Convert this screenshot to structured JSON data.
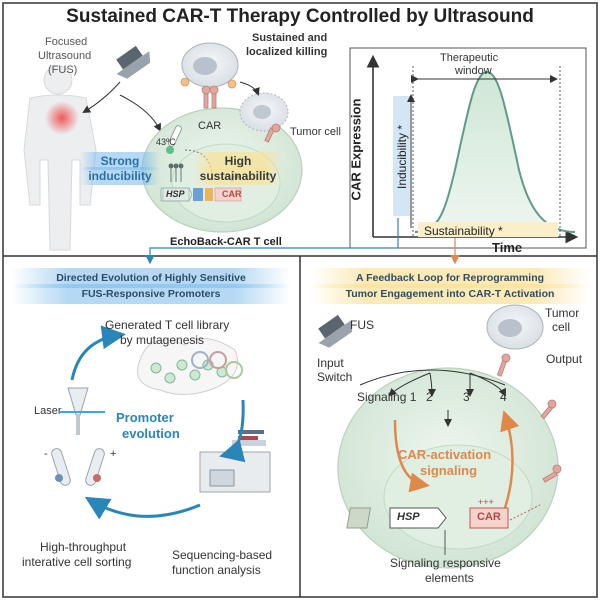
{
  "title": "Sustained CAR-T Therapy Controlled by Ultrasound",
  "top": {
    "fus_label_1": "Focused",
    "fus_label_2": "Ultrasound",
    "fus_label_3": "(FUS)",
    "killing_1": "Sustained and",
    "killing_2": "localized killing",
    "car": "CAR",
    "tumor_cell": "Tumor cell",
    "temp": "43ºC",
    "strong_1": "Strong",
    "strong_2": "inducibility",
    "high_1": "High",
    "high_2": "sustainability",
    "hsp": "HSP",
    "car_gene": "CAR",
    "cell_name": "EchoBack-CAR T cell"
  },
  "graph": {
    "therapeutic_1": "Therapeutic",
    "therapeutic_2": "window",
    "ylabel": "CAR Expression",
    "xlabel": "Time",
    "inducibility": "Inducibility *",
    "sustainability": "Sustainability *"
  },
  "left": {
    "heading_1": "Directed Evolution of Highly Sensitive",
    "heading_2": "FUS-Responsive Promoters",
    "library_1": "Generated T cell library",
    "library_2": "by mutagenesis",
    "laser": "Laser",
    "minus": "-",
    "plus": "+",
    "promoter_1": "Promoter",
    "promoter_2": "evolution",
    "sorting_1": "High-throughput",
    "sorting_2": "interative cell sorting",
    "seq_1": "Sequencing-based",
    "seq_2": "function analysis"
  },
  "right": {
    "heading_1": "A Feedback Loop for Reprogramming",
    "heading_2": "Tumor Engagement into CAR-T Activation",
    "fus": "FUS",
    "input_1": "Input",
    "input_2": "Switch",
    "tumor_1": "Tumor",
    "tumor_2": "cell",
    "output": "Output",
    "sig1": "Signaling 1",
    "sig2": "2",
    "sig3": "3",
    "sig4": "4",
    "activation_1": "CAR-activation",
    "activation_2": "signaling",
    "hsp": "HSP",
    "car": "CAR",
    "pluses": "+++",
    "responsive_1": "Signaling responsive",
    "responsive_2": "elements"
  },
  "colors": {
    "blue_arrow": "#2a86b8",
    "orange_arrow": "#e0884a",
    "cell_green": "#d5e8d8",
    "curve_green": "#5f9a8a",
    "panel_border": "#333333"
  }
}
